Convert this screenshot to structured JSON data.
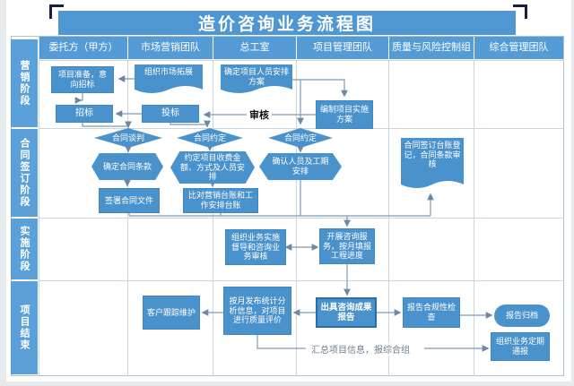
{
  "title": "造价咨询业务流程图",
  "columns": [
    "委托方（甲方）",
    "市场营销团队",
    "总工室",
    "项目管理团队",
    "质量与风险控制组",
    "综合管理团队"
  ],
  "lanes": [
    "营销阶段",
    "合同签订阶段",
    "实施阶段",
    "项目结束"
  ],
  "nodes": {
    "prep": {
      "label": "项目准备，意向招标",
      "shape": "rect"
    },
    "expand": {
      "label": "组织市场拓展",
      "shape": "document"
    },
    "staffing": {
      "label": "确定项目人员安排方案",
      "shape": "document"
    },
    "zhaobiao": {
      "label": "招标",
      "shape": "rect"
    },
    "toubiao": {
      "label": "投标",
      "shape": "rect"
    },
    "plan": {
      "label": "编制项目实施方案",
      "shape": "rect"
    },
    "talk": {
      "label": "合同谈判",
      "shape": "diamond"
    },
    "agree1": {
      "label": "合同约定",
      "shape": "diamond"
    },
    "agree2": {
      "label": "合同约定",
      "shape": "diamond"
    },
    "terms": {
      "label": "确定合同条款",
      "shape": "hexagon"
    },
    "fee": {
      "label": "约定项目收费金额、方式及人员安排",
      "shape": "hexagon"
    },
    "confirm": {
      "label": "确认人员及工期安排",
      "shape": "hexagon"
    },
    "sign": {
      "label": "签署合同文件",
      "shape": "rect"
    },
    "compare": {
      "label": "比对营销台账和工作安排台账",
      "shape": "rect"
    },
    "ledger": {
      "label": "合同签订台账登记，合同条款审核",
      "shape": "document"
    },
    "supervise": {
      "label": "组织业务实施督导和咨询业务审核",
      "shape": "rect"
    },
    "conduct": {
      "label": "开展咨询服务，按月填报工程进度",
      "shape": "rect"
    },
    "track": {
      "label": "客户跟踪维护",
      "shape": "rect"
    },
    "monthly": {
      "label": "按月发布统计分析信息，对项目进行质量评价",
      "shape": "rect"
    },
    "report": {
      "label": "出具咨询成果报告",
      "shape": "rect-bold"
    },
    "check": {
      "label": "报告合规性检查",
      "shape": "rect"
    },
    "archive": {
      "label": "报告归档",
      "shape": "stadium"
    },
    "notify": {
      "label": "组织业务定期通报",
      "shape": "rect"
    }
  },
  "annotations": {
    "review": "审核",
    "summary": "汇总项目信息，报综合组"
  },
  "colors": {
    "band": "#4f97d2",
    "header": "#559cd6",
    "lane_label": "#5ba0d8",
    "node_fill": "#4a92cb",
    "node_text": "#ffffff",
    "grid": "#c9d5e0",
    "connector": "#7f99b2",
    "bold_node_border": "#2c6ca9"
  }
}
